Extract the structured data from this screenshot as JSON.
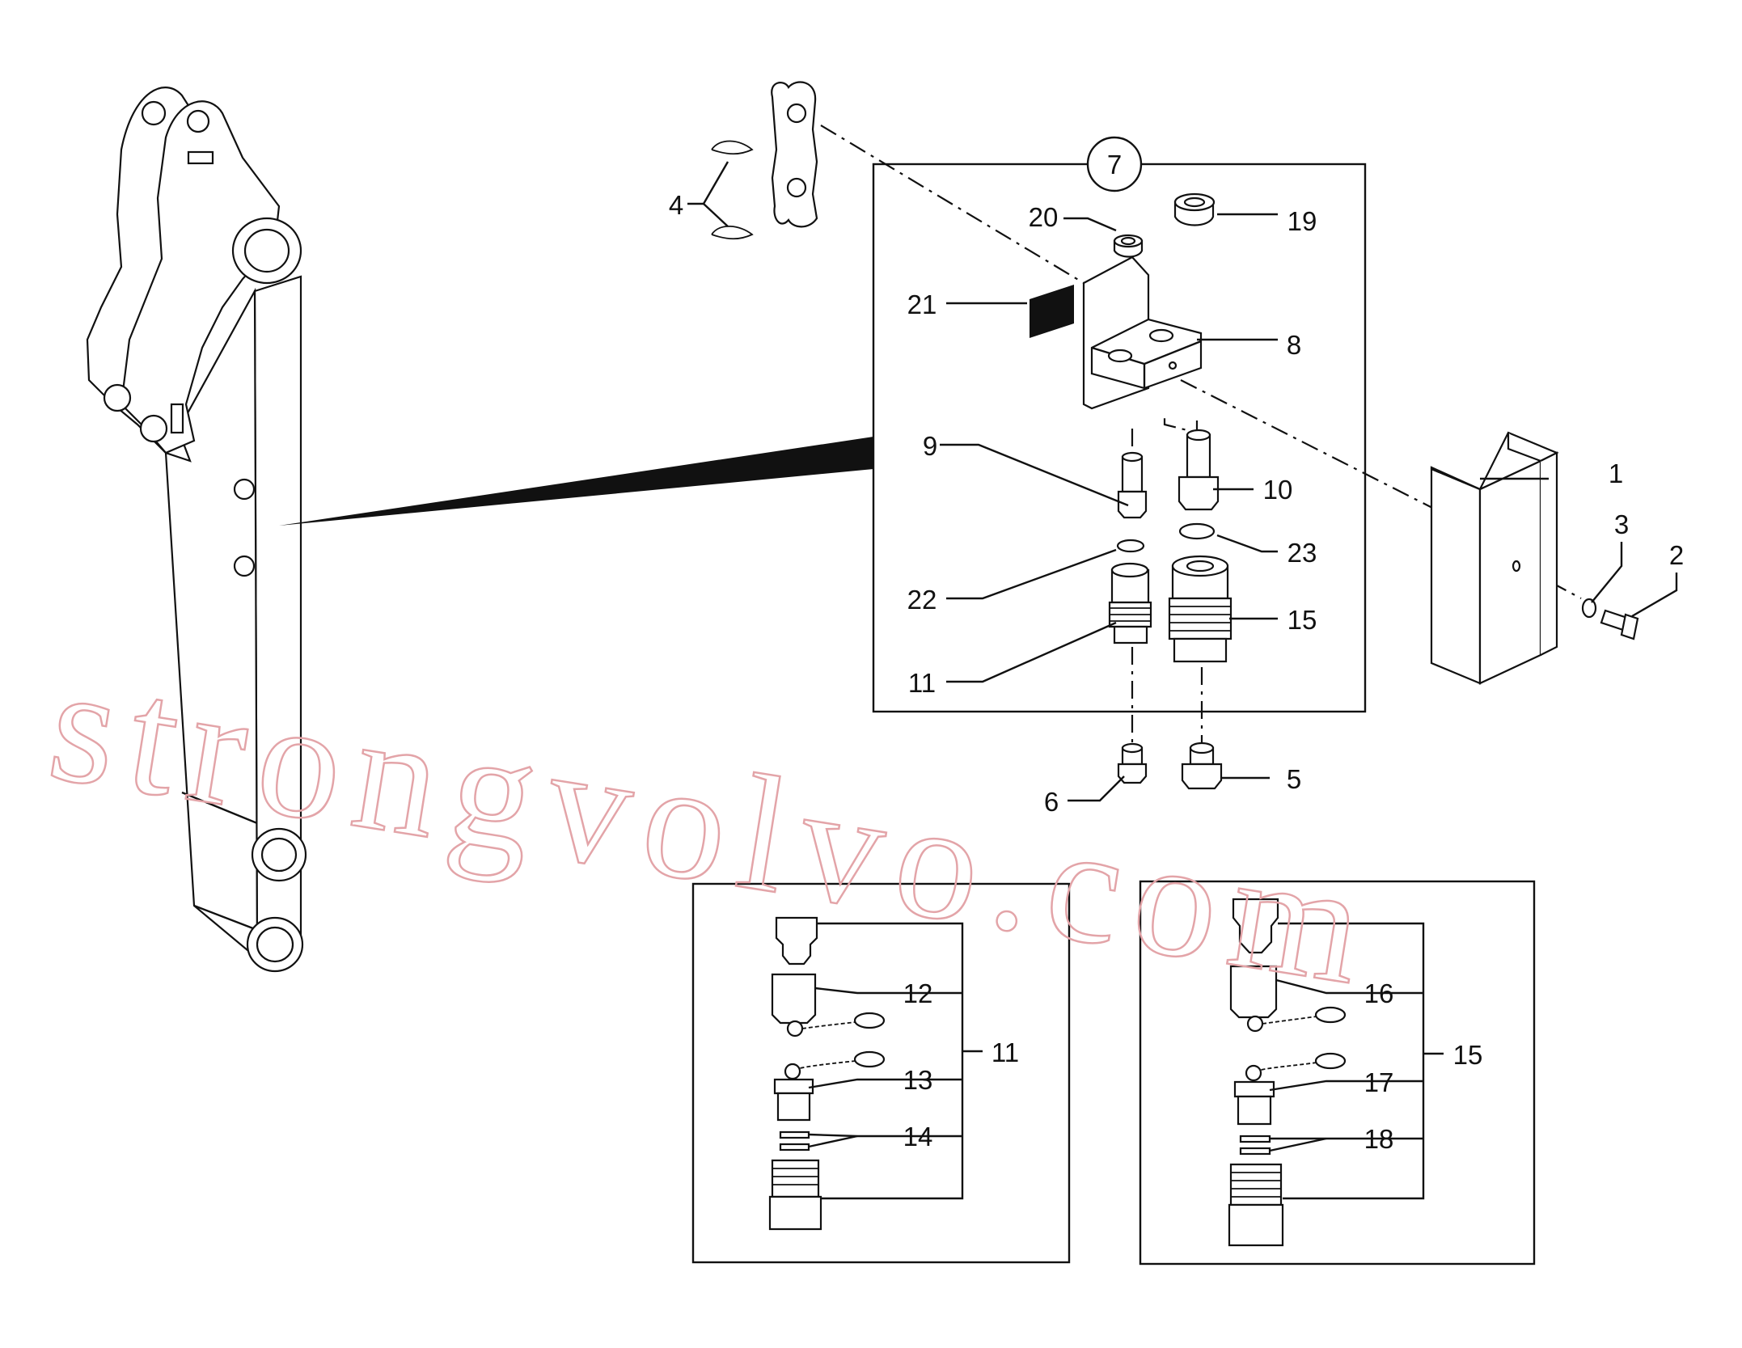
{
  "diagram": {
    "callout_circle": "7",
    "labels": {
      "l1": "1",
      "l2": "2",
      "l3": "3",
      "l4": "4",
      "l5": "5",
      "l6": "6",
      "l8": "8",
      "l9": "9",
      "l10": "10",
      "l11": "11",
      "l15": "15",
      "l19": "19",
      "l20": "20",
      "l21": "21",
      "l22": "22",
      "l23": "23"
    },
    "kit_11": {
      "title": "11",
      "l12": "12",
      "l13": "13",
      "l14": "14"
    },
    "kit_15": {
      "title": "15",
      "l16": "16",
      "l17": "17",
      "l18": "18"
    }
  },
  "watermark": {
    "text": "strongvolvo.com",
    "color": "#e3a4a8"
  }
}
